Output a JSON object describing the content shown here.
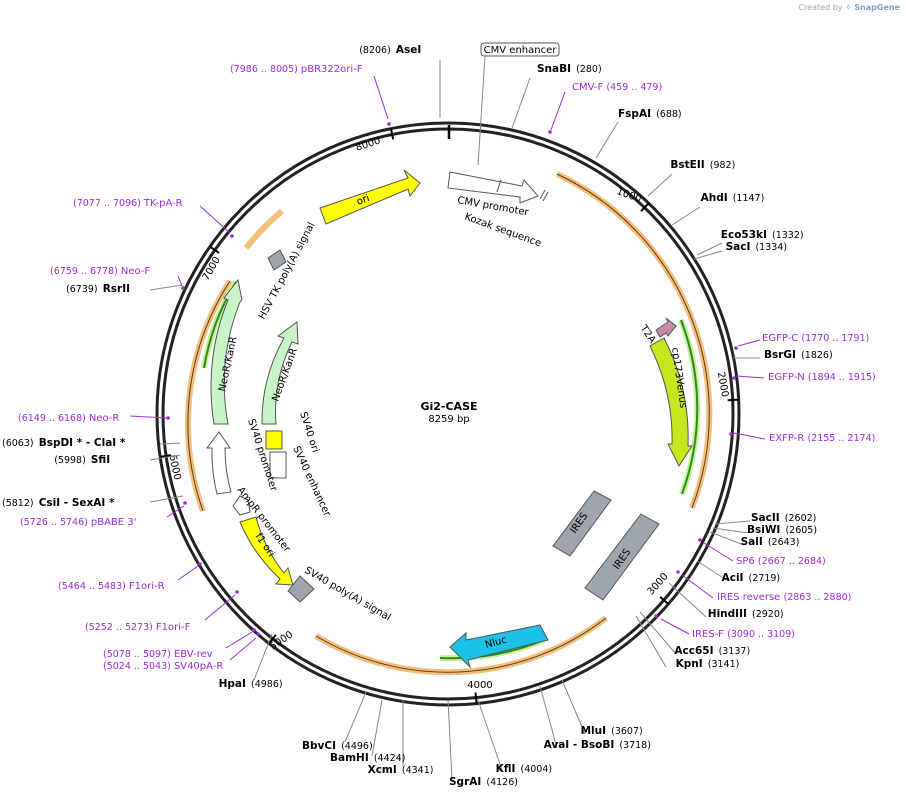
{
  "credit": {
    "prefix": "Created by",
    "brand": "SnapGene"
  },
  "plasmid": {
    "name": "Gi2-CASE",
    "length_label": "8259 bp",
    "length": 8259
  },
  "ticks": [
    "1000",
    "2000",
    "3000",
    "4000",
    "5000",
    "6000",
    "7000",
    "8000"
  ],
  "enzymes": [
    {
      "name": "AseI",
      "pos": "(8206)"
    },
    {
      "name": "SnaBI",
      "pos": "(280)"
    },
    {
      "name": "FspAI",
      "pos": "(688)"
    },
    {
      "name": "BstEII",
      "pos": "(982)"
    },
    {
      "name": "AhdI",
      "pos": "(1147)"
    },
    {
      "name": "Eco53kI",
      "pos": "(1332)"
    },
    {
      "name": "SacI",
      "pos": "(1334)"
    },
    {
      "name": "BsrGI",
      "pos": "(1826)"
    },
    {
      "name": "SacII",
      "pos": "(2602)"
    },
    {
      "name": "BsiWI",
      "pos": "(2605)"
    },
    {
      "name": "SalI",
      "pos": "(2643)"
    },
    {
      "name": "AciI",
      "pos": "(2719)"
    },
    {
      "name": "HindIII",
      "pos": "(2920)"
    },
    {
      "name": "Acc65I",
      "pos": "(3137)"
    },
    {
      "name": "KpnI",
      "pos": "(3141)"
    },
    {
      "name": "MluI",
      "pos": "(3607)"
    },
    {
      "name": "AvaI  -  BsoBI",
      "pos": "(3718)"
    },
    {
      "name": "KflI",
      "pos": "(4004)"
    },
    {
      "name": "SgrAI",
      "pos": "(4126)"
    },
    {
      "name": "XcmI",
      "pos": "(4341)"
    },
    {
      "name": "BamHI",
      "pos": "(4424)"
    },
    {
      "name": "BbvCI",
      "pos": "(4496)"
    },
    {
      "name": "HpaI",
      "pos": "(4986)"
    },
    {
      "name": "CsiI  -  SexAI *",
      "pos": "(5812)"
    },
    {
      "name": "SfiI",
      "pos": "(5998)"
    },
    {
      "name": "BspDI *  -  ClaI *",
      "pos": "(6063)"
    },
    {
      "name": "RsrII",
      "pos": "(6739)"
    }
  ],
  "primers": [
    {
      "name": "pBR322ori-F",
      "range": "(7986 .. 8005)"
    },
    {
      "name": "CMV-F",
      "range": "(459 .. 479)"
    },
    {
      "name": "EGFP-C",
      "range": "(1770 .. 1791)"
    },
    {
      "name": "EGFP-N",
      "range": "(1894 .. 1915)"
    },
    {
      "name": "EXFP-R",
      "range": "(2155 .. 2174)"
    },
    {
      "name": "SP6",
      "range": "(2667 .. 2684)"
    },
    {
      "name": "IRES reverse",
      "range": "(2863 .. 2880)"
    },
    {
      "name": "IRES-F",
      "range": "(3090 .. 3109)"
    },
    {
      "name": "EBV-rev",
      "range": "(5078 .. 5097)"
    },
    {
      "name": "SV40pA-R",
      "range": "(5024 .. 5043)"
    },
    {
      "name": "F1ori-F",
      "range": "(5252 .. 5273)"
    },
    {
      "name": "F1ori-R",
      "range": "(5464 .. 5483)"
    },
    {
      "name": "pBABE 3'",
      "range": "(5726 .. 5746)"
    },
    {
      "name": "Neo-R",
      "range": "(6149 .. 6168)"
    },
    {
      "name": "Neo-F",
      "range": "(6759 .. 6778)"
    },
    {
      "name": "TK-pA-R",
      "range": "(7077 .. 7096)"
    }
  ],
  "features": {
    "cmv_enhancer": "CMV enhancer",
    "cmv_promoter": "CMV promoter",
    "kozak": "Kozak sequence",
    "t2a": "T2A",
    "cp173venus": "cp173Venus",
    "ires1": "IRES",
    "ires2": "IRES",
    "nluc": "Nluc",
    "sv40_polya": "SV40 poly(A) signal",
    "f1_ori": "f1 ori",
    "ampr_promoter": "AmpR promoter",
    "sv40_promoter": "SV40 promoter",
    "sv40_ori": "SV40 ori",
    "sv40_enhancer": "SV40 enhancer",
    "neokanr_inner": "NeoR/KanR",
    "neokanr_outer": "NeoR/KanR",
    "hsv_tk": "HSV TK poly(A) signal",
    "ori": "ori"
  },
  "colors": {
    "primer": "#9b2dd6",
    "orf_orange": "#f2b366",
    "orf_green": "#2a8a1e",
    "ori_yellow": "#ffff00",
    "neokanr_green": "#c8f5c8",
    "nluc_cyan": "#19c2e6",
    "ires_gray": "#9ea5ae",
    "polya_gray": "#9ea5ae",
    "cp173venus_lime": "#c8e61e",
    "t2a_pink": "#c98aa8"
  }
}
